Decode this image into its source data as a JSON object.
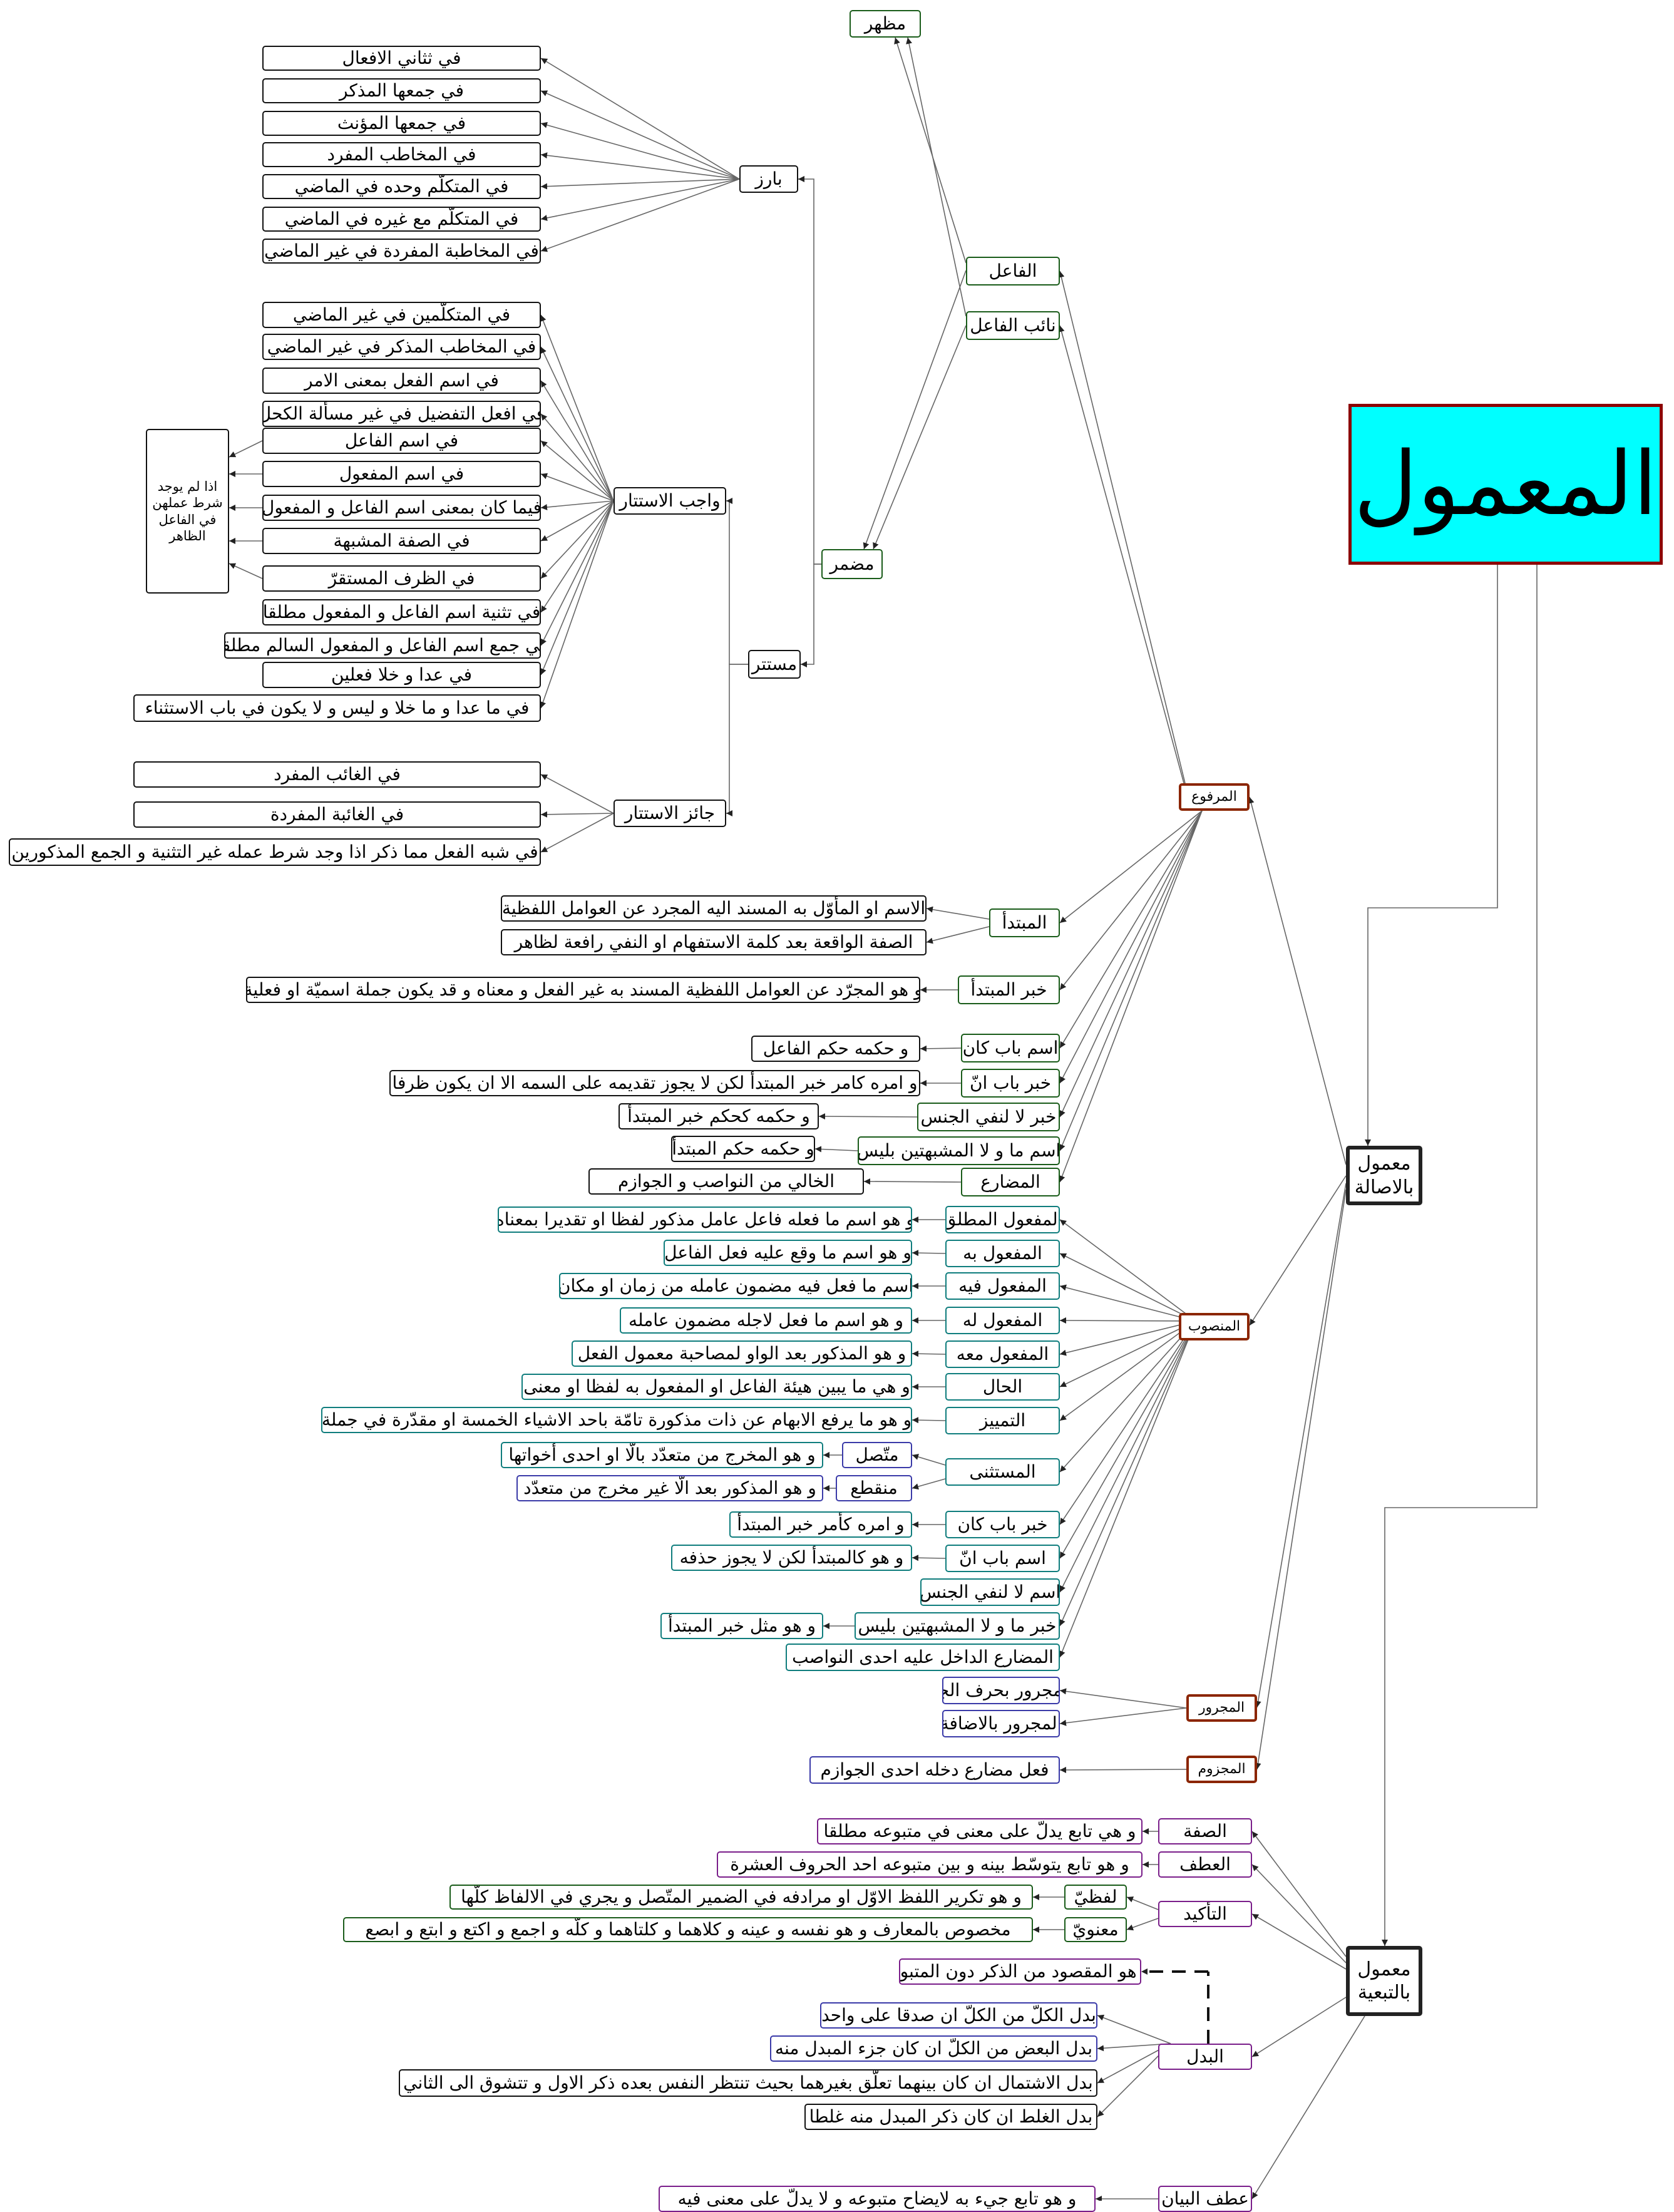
{
  "title": "المعمول",
  "categories": {
    "asala": "معمول بالاصالة",
    "tabaiya": "معمول بالتبعية"
  },
  "cases": {
    "marfu": "المرفوع",
    "mansub": "المنصوب",
    "majrur": "المجرور",
    "majzum": "المجزوم"
  },
  "fail": {
    "fail": "الفاعل",
    "naib_fail": "نائب الفاعل",
    "mazhar": "مظهر",
    "mudmar": "مضمر",
    "bariz": "بارز",
    "mustatir": "مستتر",
    "wajib_istitar": "واجب الاستتار",
    "jaiz_istitar": "جائز الاستتار",
    "bariz_items": [
      "في ثثاني الافعال",
      "في جمعها المذكر",
      "في جمعها المؤنث",
      "في المخاطب المفرد",
      "في المتكلّم وحده في الماضي",
      "في المتكلّم مع غيره في الماضي",
      "في المخاطبة المفردة في غير الماضي"
    ],
    "wajib_items": [
      "في المتكلّمين في غير الماضي",
      "في المخاطب المذكر في غير الماضي",
      "في اسم الفعل بمعنى الامر",
      "في افعل التفضيل في غير مسألة الكحل",
      "في اسم الفاعل",
      "في اسم المفعول",
      "فيما كان بمعنى اسم الفاعل و المفعول",
      "في الصفة المشبهة",
      "في الظرف المستقرّ",
      "في تثنية اسم الفاعل و المفعول مطلقا",
      "في جمع اسم الفاعل و المفعول السالم مطلقا",
      "في عدا و خلا  فعلين",
      "في ما عدا و ما خلا و ليس و لا يكون في باب الاستثناء"
    ],
    "note": "اذا لم يوجد شرط عملهن في الفاعل الظاهر",
    "jaiz_items": [
      "في الغائب المفرد",
      "في الغائبة المفردة",
      "في شبه الفعل مما ذكر اذا وجد شرط عمله غير التثنية و الجمع المذكورين"
    ]
  },
  "marfu_items": [
    {
      "label": "المبتدأ",
      "desc": [
        "الاسم او المأوّل به المسند اليه المجرد عن العوامل اللفظية",
        "الصفة الواقعة بعد كلمة الاستفهام او النفي رافعة لظاهر"
      ]
    },
    {
      "label": "خبر المبتدأ",
      "desc": [
        "و  هو المجرّد عن العوامل اللفظية المسند به غير الفعل و معناه و قد يكون جملة اسميّة او فعلية"
      ]
    },
    {
      "label": "اسم باب كان",
      "desc": [
        "و  حكمه حكم الفاعل"
      ]
    },
    {
      "label": "خبر باب انّ",
      "desc": [
        "و امره كامر خبر المبتدأ لكن لا يجوز تقديمه على السمه الا ان يكون ظرفا"
      ]
    },
    {
      "label": "خبر لا لنفي الجنس",
      "desc": [
        "و  حكمه كحكم خبر المبتدأ"
      ]
    },
    {
      "label": "اسم ما و  لا المشبهتين بليس",
      "desc": [
        "و  حكمه حكم المبتدأ"
      ]
    },
    {
      "label": "المضارع",
      "desc": [
        "الخالي من النواصب و الجوازم"
      ]
    }
  ],
  "mansub_items": [
    {
      "label": "المفعول المطلق",
      "desc": "و  هو  اسم ما فعله فاعل عامل مذكور لفظا او تقديرا بمعناه"
    },
    {
      "label": "المفعول به",
      "desc": "و  هو  اسم ما وقع عليه فعل الفاعل"
    },
    {
      "label": "المفعول فيه",
      "desc": "اسم ما فعل فيه مضمون عامله من زمان او مكان"
    },
    {
      "label": "المفعول له",
      "desc": "و  هو  اسم ما فعل لاجله مضمون عامله"
    },
    {
      "label": "المفعول معه",
      "desc": "و  هو  المذكور بعد الواو لمصاحبة معمول الفعل"
    },
    {
      "label": "الحال",
      "desc": "و  هي ما يبين هيئة الفاعل او المفعول به لفظا او معنى"
    },
    {
      "label": "التمييز",
      "desc": "و  هو  ما يرفع الابهام عن ذات مذكورة تامّة باحد الاشياء الخمسة او مقدّرة في جملة"
    },
    {
      "label": "المستثنى",
      "desc": ""
    },
    {
      "label": "خبر باب كان",
      "desc": "و امره كأمر خبر المبتدأ"
    },
    {
      "label": "اسم باب انّ",
      "desc": "و  هو  كالمبتدأ لكن لا يجوز  حذفه"
    },
    {
      "label": "اسم لا لنفي الجنس",
      "desc": ""
    },
    {
      "label": "خبر ما و  لا المشبهتين بليس",
      "desc": "و  هو  مثل خبر المبتدأ"
    },
    {
      "label": "المضارع الداخل عليه احدى النواصب",
      "desc": ""
    }
  ],
  "mustathna": [
    {
      "label": "متّصل",
      "desc": "و  هو  المخرج من متعدّد بالّا او احدى أخواتها"
    },
    {
      "label": "منقطع",
      "desc": "و  هو  المذكور بعد الّا غير مخرج من متعدّد"
    }
  ],
  "majrur_items": [
    "المجرور بحرف الجرّ",
    "المجرور بالاضافة"
  ],
  "majzum_items": [
    "فعل مضارع دخله احدى الجوازم"
  ],
  "tawabi": [
    {
      "label": "الصفة",
      "desc": "و  هي تابع يدلّ على معنى في متبوعه مطلقا"
    },
    {
      "label": "العطف",
      "desc": "و  هو  تابع يتوسّط بينه و بين متبوعه احد الحروف العشرة"
    },
    {
      "label": "التأكيد",
      "desc": ""
    },
    {
      "label": "البدل",
      "desc": "و  هو  المقصود من الذكر دون المتبوع"
    },
    {
      "label": "عطف البيان",
      "desc": "و  هو  تابع جيء به لايضاح متبوعه و لا يدلّ على معنى فيه"
    }
  ],
  "takid": [
    {
      "label": "لفظيّ",
      "desc": "و هو تكرير اللفظ الاوّل او مرادفه في الضمير المتّصل و يجري في الالفاظ كلّها"
    },
    {
      "label": "معنويّ",
      "desc": "مخصوص بالمعارف و هو نفسه و عينه و كلاهما و كلتاهما و كلّه و اجمع و اكتع و ابتع و ابصع"
    }
  ],
  "badal": [
    "بدل الكلّ من الكلّ ان صدقا على واحد",
    "بدل البعض من الكلّ ان كان جزء المبدل منه",
    "بدل الاشتمال ان كان بينهما تعلّق بغيرهما بحيث تنتظر النفس بعده ذكر الاول و تتشوق الى الثاني",
    "بدل الغلط ان كان ذكر المبدل منه غلطا"
  ],
  "colors": {
    "title_bg": "#00ffff",
    "title_border": "#8b0000",
    "case_border": "#8b2500",
    "green": "#1a5c1a",
    "teal": "#0f7d7d",
    "purple": "#7a1e8a",
    "blue": "#3a3aa8"
  }
}
